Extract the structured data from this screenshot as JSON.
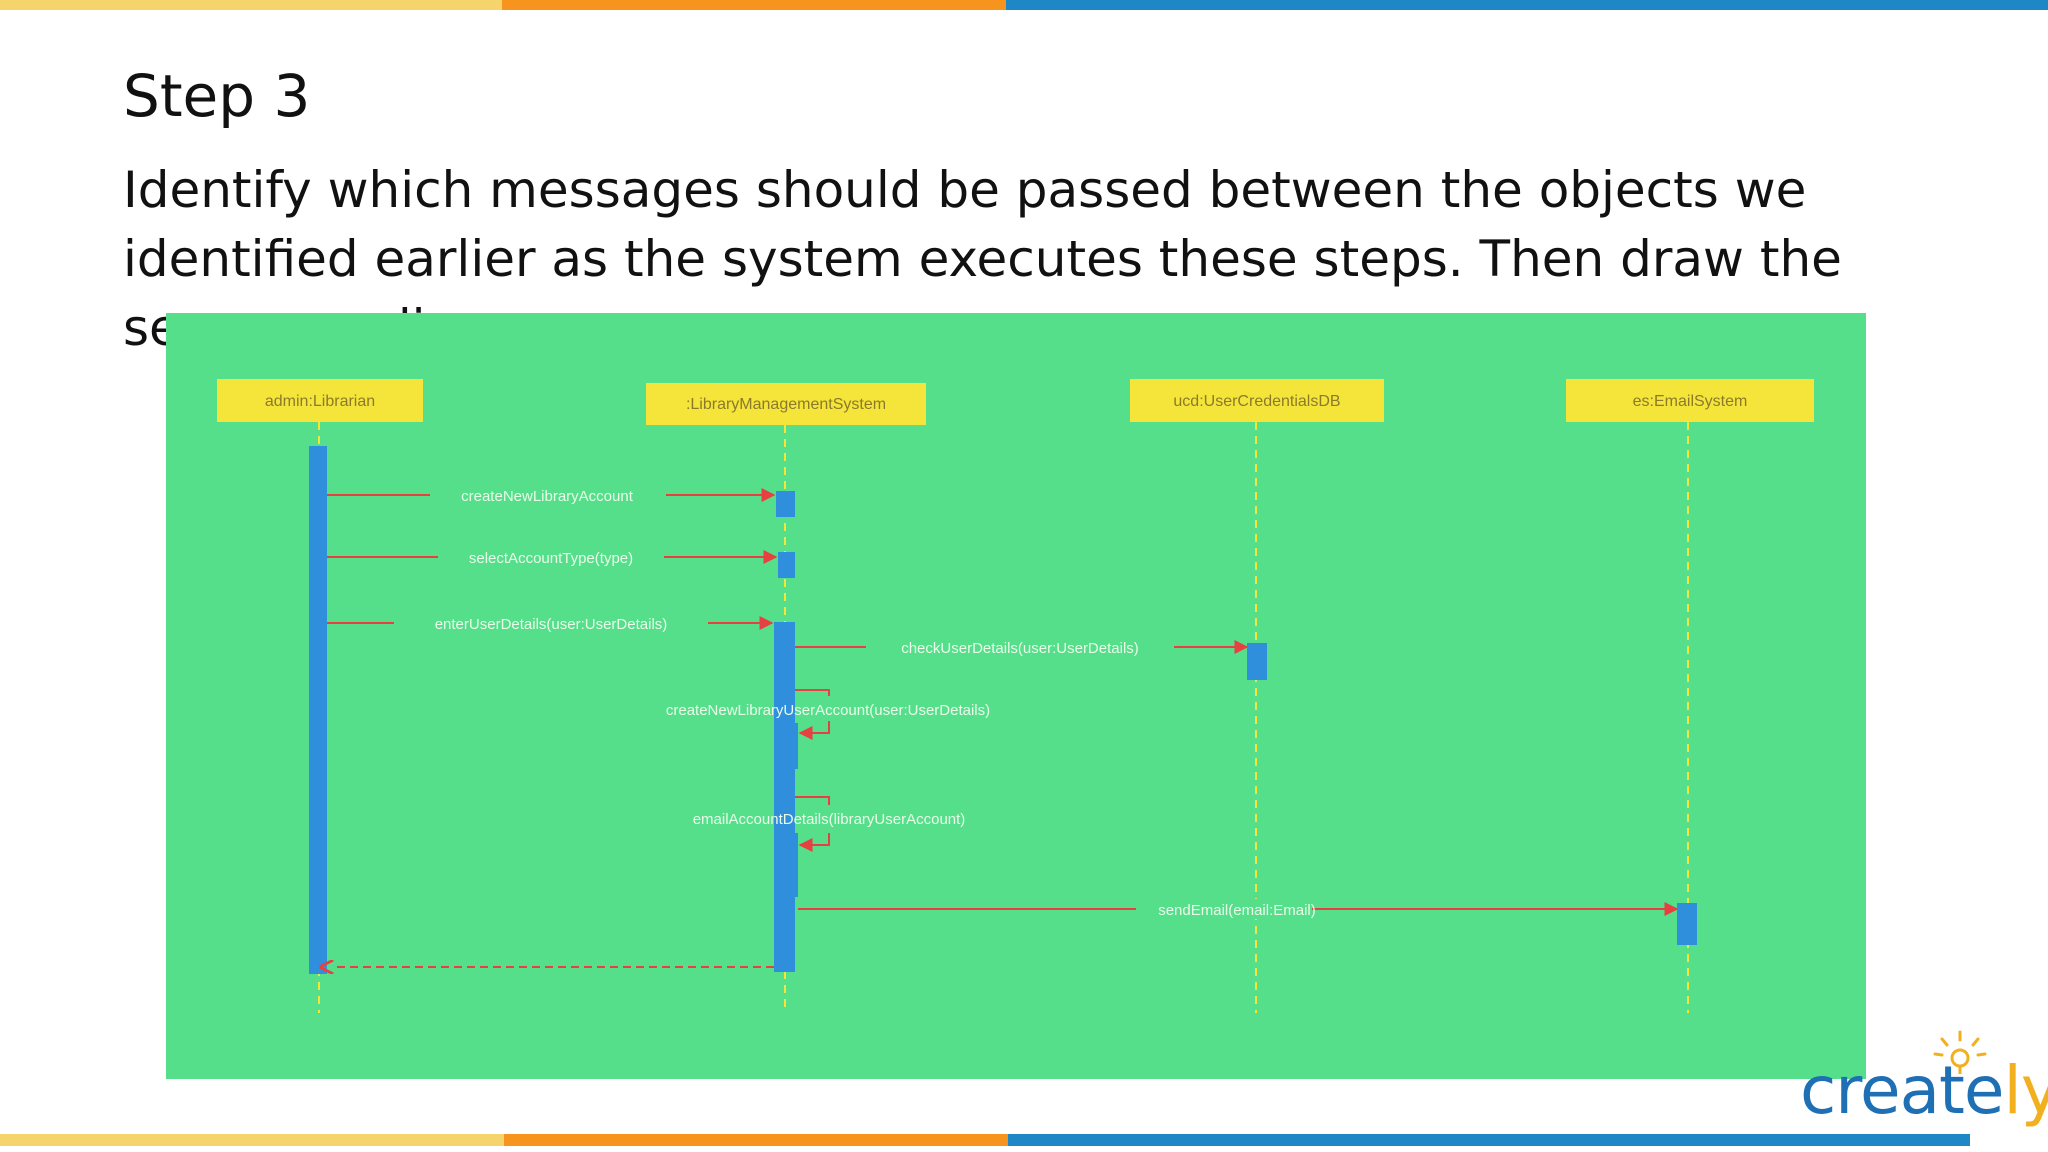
{
  "slide": {
    "title": "Step 3",
    "body": "Identify which messages should be passed between the objects we identified earlier as the system executes these steps. Then draw the sequence diagram."
  },
  "colors": {
    "bar_yellow": "#f4d46b",
    "bar_orange": "#f7941d",
    "bar_blue": "#1e88c7",
    "diagram_bg": "#55df8a",
    "lifeline_box": "#f5e53b",
    "activation": "#2f8fdc",
    "message": "#e84040",
    "label": "#e9fbe9"
  },
  "diagram": {
    "lifelines": [
      {
        "id": "admin",
        "label": "admin:Librarian"
      },
      {
        "id": "lms",
        "label": ":LibraryManagementSystem"
      },
      {
        "id": "ucd",
        "label": "ucd:UserCredentialsDB"
      },
      {
        "id": "es",
        "label": "es:EmailSystem"
      }
    ],
    "messages": [
      {
        "from": "admin",
        "to": "lms",
        "label": "createNewLibraryAccount",
        "type": "sync"
      },
      {
        "from": "admin",
        "to": "lms",
        "label": "selectAccountType(type)",
        "type": "sync"
      },
      {
        "from": "admin",
        "to": "lms",
        "label": "enterUserDetails(user:UserDetails)",
        "type": "sync"
      },
      {
        "from": "lms",
        "to": "ucd",
        "label": "checkUserDetails(user:UserDetails)",
        "type": "sync"
      },
      {
        "from": "lms",
        "to": "lms",
        "label": "createNewLibraryUserAccount(user:UserDetails)",
        "type": "self"
      },
      {
        "from": "lms",
        "to": "lms",
        "label": "emailAccountDetails(libraryUserAccount)",
        "type": "self"
      },
      {
        "from": "lms",
        "to": "es",
        "label": "sendEmail(email:Email)",
        "type": "sync"
      },
      {
        "from": "lms",
        "to": "admin",
        "label": "",
        "type": "return"
      }
    ]
  },
  "logo": {
    "text_main": "create",
    "text_accent": "ly",
    "icon": "lightbulb-icon"
  }
}
